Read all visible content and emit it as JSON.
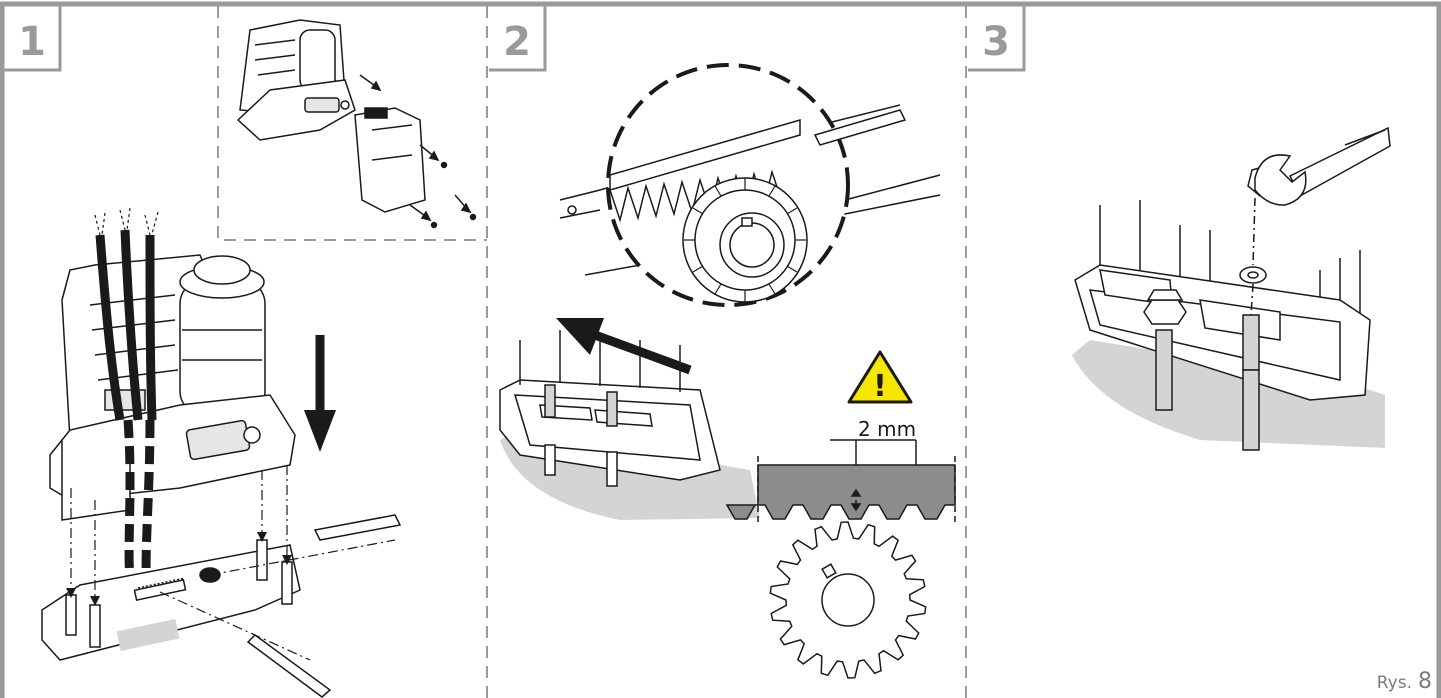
{
  "figure": {
    "steps": [
      {
        "number": "1"
      },
      {
        "number": "2"
      },
      {
        "number": "3"
      }
    ],
    "measurement": {
      "value": "2 mm"
    },
    "warning": {
      "symbol": "!"
    },
    "caption": {
      "prefix": "Rys.",
      "number": "8"
    }
  },
  "colors": {
    "frame": "#9a9a9a",
    "line": "#1a1a1a",
    "shadow": "#d4d4d4",
    "warning_fill": "#f7e600",
    "rack_fill": "#8c8c8c"
  },
  "icons": [
    "warning-triangle-icon",
    "arrow-down-icon",
    "arrow-left-icon",
    "wrench-icon",
    "gear-icon",
    "nut-icon"
  ]
}
